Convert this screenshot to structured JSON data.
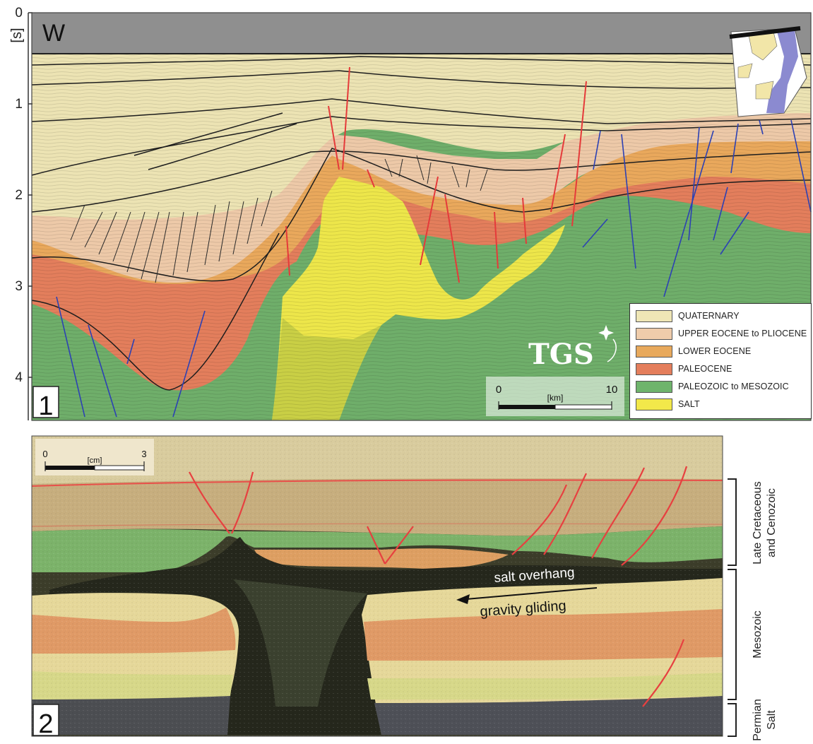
{
  "panel1": {
    "panel_number": "1",
    "direction_label": "W",
    "axis_unit": "[s]",
    "axis_ticks": [
      "0",
      "1",
      "2",
      "3",
      "4"
    ],
    "scale_bar": {
      "start": "0",
      "end": "10",
      "unit": "[km]"
    },
    "logo": "TGS",
    "legend": [
      {
        "label": "QUATERNARY",
        "color": "#efe6b6"
      },
      {
        "label": "UPPER EOCENE to PLIOCENE",
        "color": "#efccab"
      },
      {
        "label": "LOWER EOCENE",
        "color": "#e8a95c"
      },
      {
        "label": "PALEOCENE",
        "color": "#e47e5c"
      },
      {
        "label": "PALEOZOIC to MESOZOIC",
        "color": "#6fb46c"
      },
      {
        "label": "SALT",
        "color": "#f2e84a"
      }
    ]
  },
  "panel2": {
    "panel_number": "2",
    "scale_bar": {
      "start": "0",
      "end": "3",
      "unit": "[cm]"
    },
    "annotations": {
      "overhang": "salt overhang",
      "gliding": "gravity gliding"
    },
    "brackets": [
      {
        "lines": [
          "Late Cretaceous",
          "and Cenozoic"
        ]
      },
      {
        "lines": [
          "Mesozoic"
        ]
      },
      {
        "lines": [
          "Permian",
          "Salt"
        ]
      }
    ]
  }
}
